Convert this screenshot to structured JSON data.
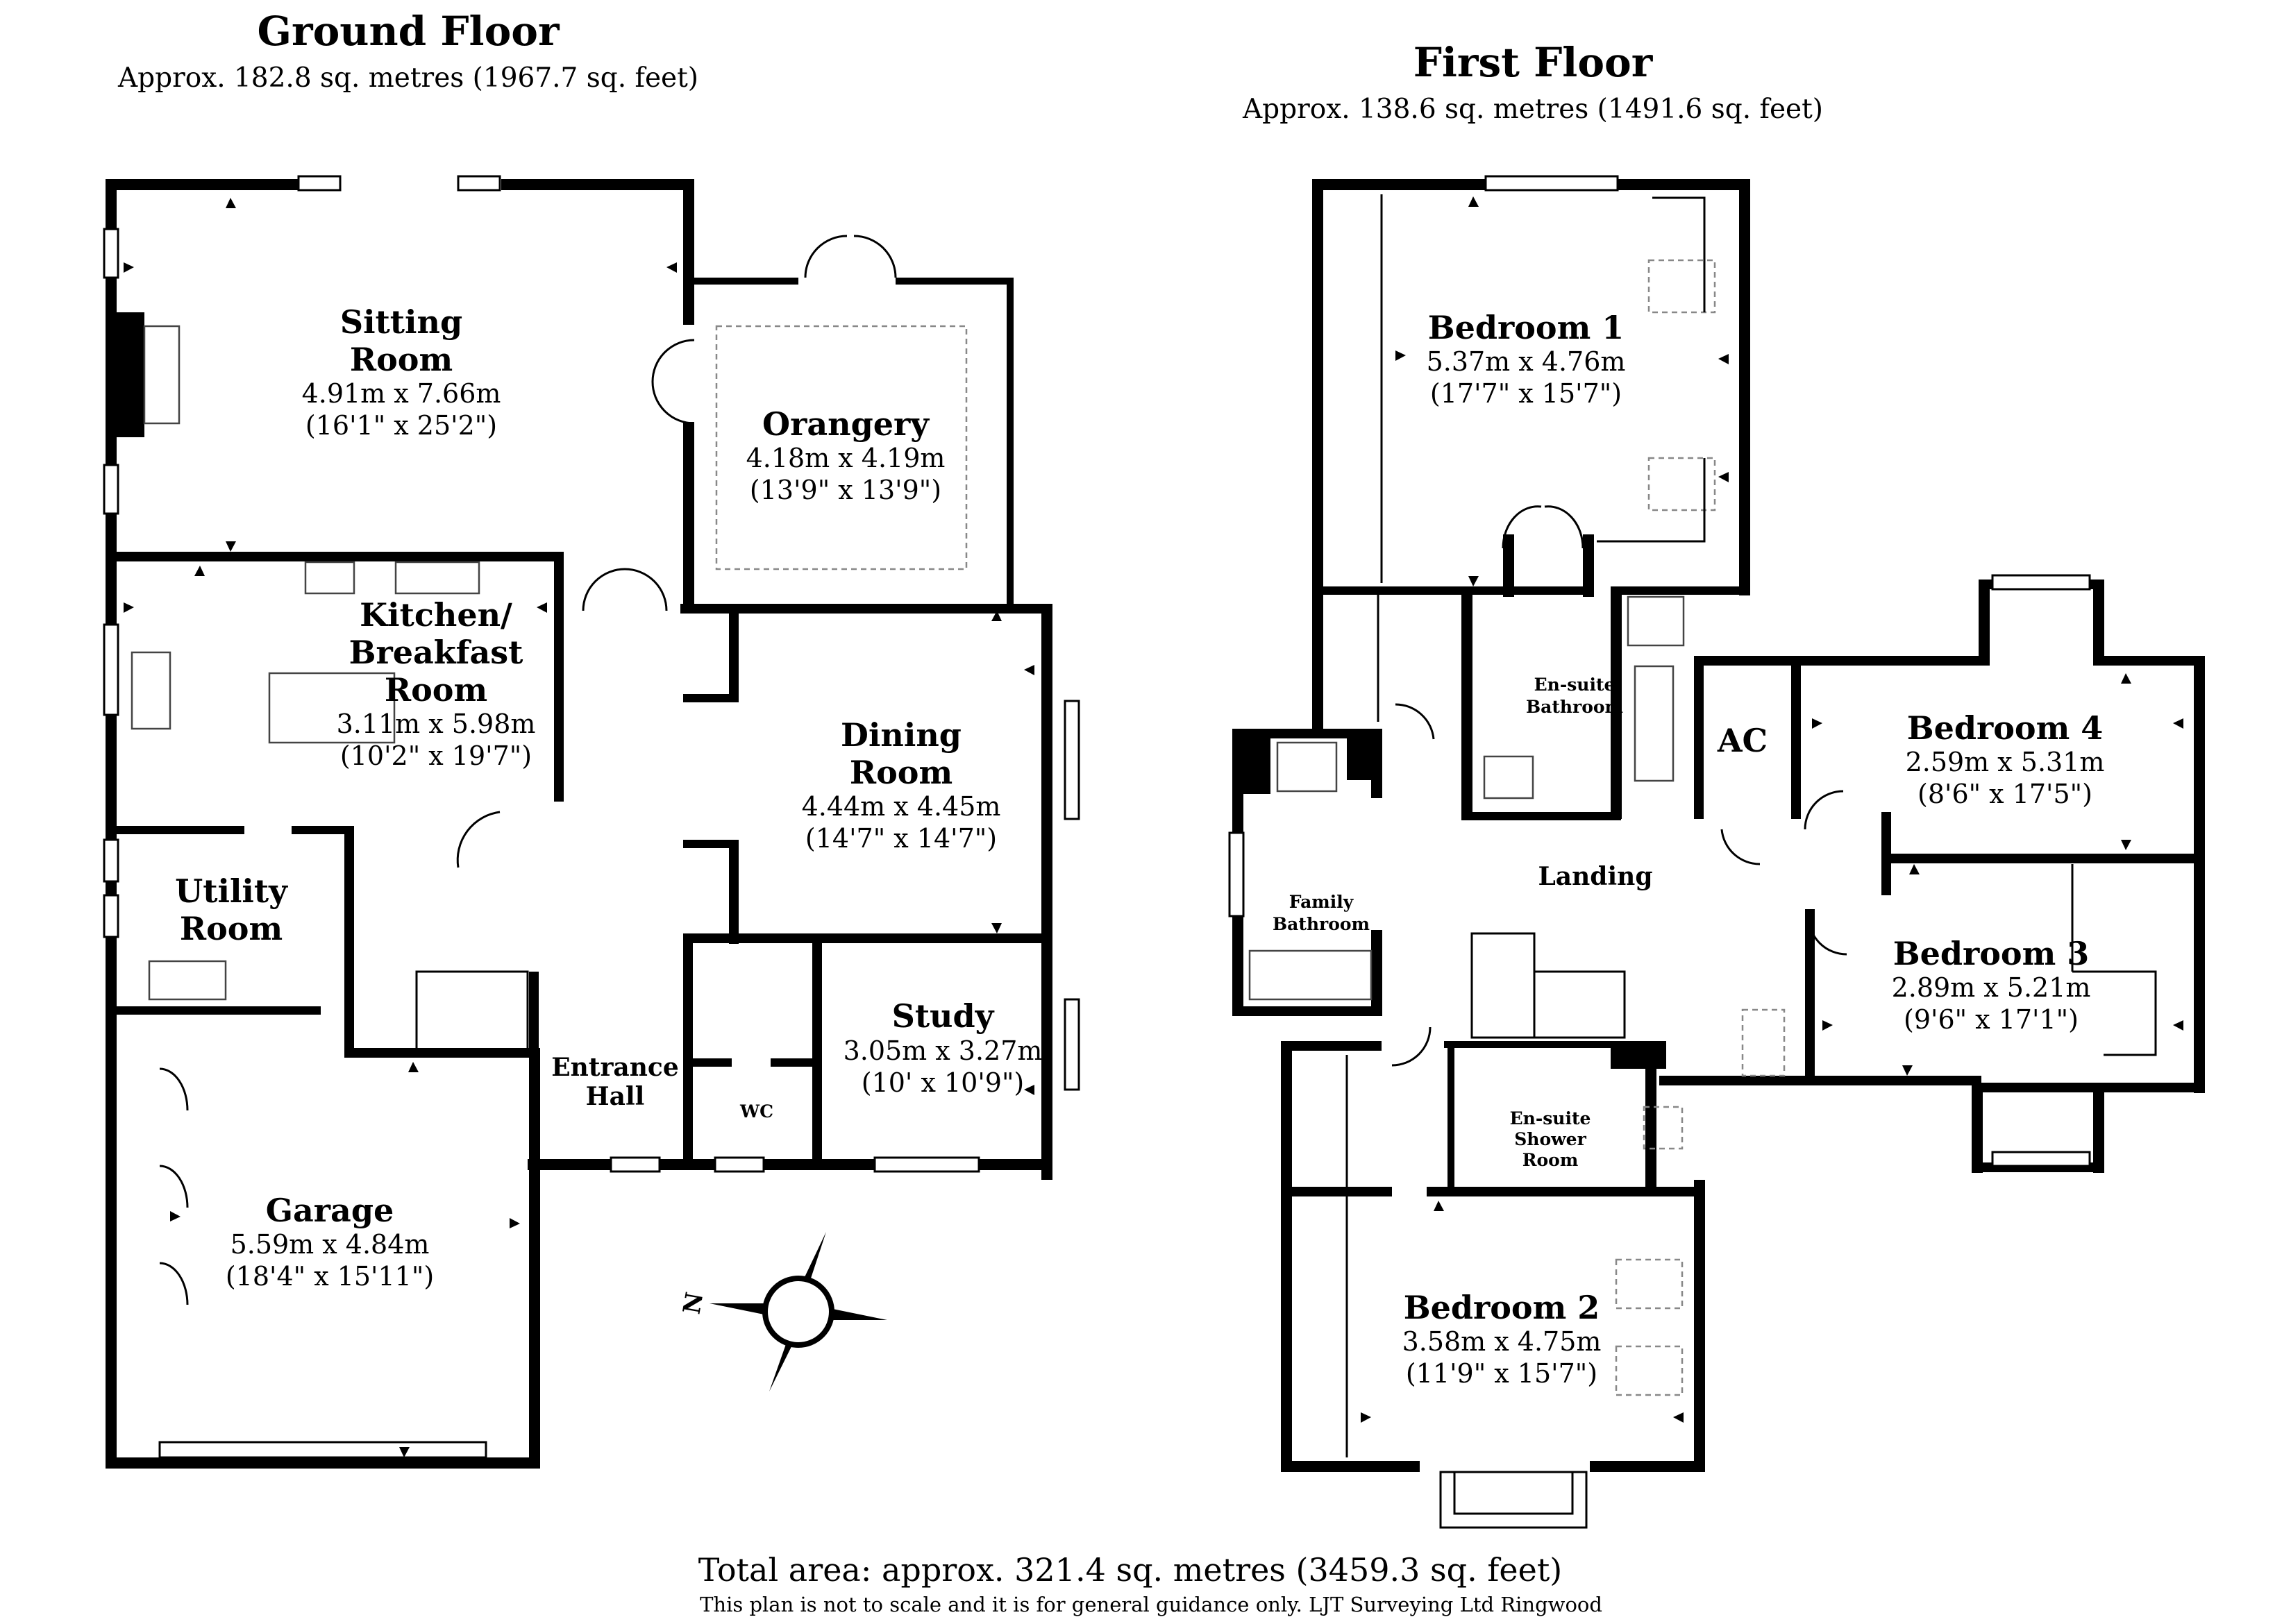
{
  "ground_floor": {
    "title": "Ground Floor",
    "area": "Approx. 182.8 sq. metres (1967.7 sq. feet)",
    "rooms": [
      {
        "name_lines": [
          "Sitting",
          "Room"
        ],
        "metric": "4.91m x 7.66m",
        "imperial": "(16'1\" x 25'2\")"
      },
      {
        "name_lines": [
          "Orangery"
        ],
        "metric": "4.18m x 4.19m",
        "imperial": "(13'9\" x 13'9\")"
      },
      {
        "name_lines": [
          "Kitchen/",
          "Breakfast",
          "Room"
        ],
        "metric": "3.11m x 5.98m",
        "imperial": "(10'2\" x 19'7\")"
      },
      {
        "name_lines": [
          "Dining",
          "Room"
        ],
        "metric": "4.44m x 4.45m",
        "imperial": "(14'7\" x 14'7\")"
      },
      {
        "name_lines": [
          "Utility",
          "Room"
        ]
      },
      {
        "name_lines": [
          "Study"
        ],
        "metric": "3.05m x 3.27m",
        "imperial": "(10' x 10'9\")"
      },
      {
        "name_lines": [
          "Entrance",
          "Hall"
        ]
      },
      {
        "name_lines": [
          "WC"
        ]
      },
      {
        "name_lines": [
          "Garage"
        ],
        "metric": "5.59m x 4.84m",
        "imperial": "(18'4\" x 15'11\")"
      }
    ]
  },
  "first_floor": {
    "title": "First Floor",
    "area": "Approx. 138.6 sq. metres (1491.6 sq. feet)",
    "rooms": [
      {
        "name_lines": [
          "Bedroom 1"
        ],
        "metric": "5.37m x 4.76m",
        "imperial": "(17'7\" x 15'7\")"
      },
      {
        "name_lines": [
          "En-suite",
          "Bathroom"
        ]
      },
      {
        "name_lines": [
          "AC"
        ]
      },
      {
        "name_lines": [
          "Bedroom 4"
        ],
        "metric": "2.59m x 5.31m",
        "imperial": "(8'6\" x 17'5\")"
      },
      {
        "name_lines": [
          "Family",
          "Bathroom"
        ]
      },
      {
        "name_lines": [
          "Landing"
        ]
      },
      {
        "name_lines": [
          "Bedroom 3"
        ],
        "metric": "2.89m x 5.21m",
        "imperial": "(9'6\" x 17'1\")"
      },
      {
        "name_lines": [
          "En-suite",
          "Shower",
          "Room"
        ]
      },
      {
        "name_lines": [
          "Bedroom 2"
        ],
        "metric": "3.58m x 4.75m",
        "imperial": "(11'9\" x 15'7\")"
      }
    ]
  },
  "compass": {
    "north_label": "N"
  },
  "total_area": "Total area: approx. 321.4 sq. metres (3459.3 sq. feet)",
  "disclaimer": "This plan is not to scale and it is for general guidance only. LJT Surveying Ltd Ringwood"
}
